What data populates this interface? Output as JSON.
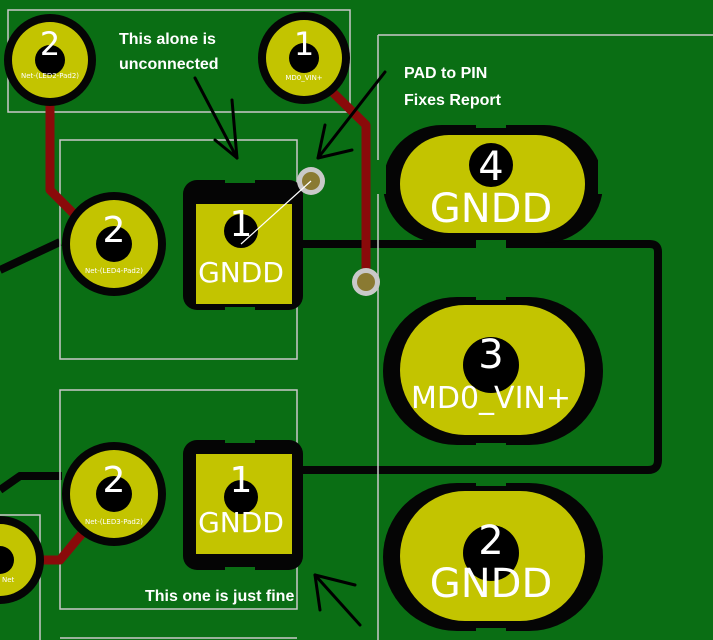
{
  "colors": {
    "board": "#0a6e14",
    "copper_pad": "#c3c400",
    "trace": "#8a0a0a",
    "outline": "#c9c9c9",
    "clearance": "#050505",
    "drill": "#000000",
    "via_ring": "#9a8a3a"
  },
  "annotations": {
    "unconnected": [
      "This alone is",
      "unconnected"
    ],
    "pad_to_pin": [
      "PAD to PIN",
      "Fixes Report"
    ],
    "just_fine": "This one is just fine"
  },
  "connector": {
    "pad4": {
      "number": "4",
      "net": "GNDD"
    },
    "pad3": {
      "number": "3",
      "net": "MD0_VIN+"
    },
    "pad2": {
      "number": "2",
      "net": "GNDD"
    }
  },
  "top_left": {
    "pad2": {
      "number": "2",
      "net": "Net-(LED2-Pad2)"
    },
    "pad1": {
      "number": "1",
      "net": "MD0_VIN+"
    }
  },
  "led4": {
    "pad2": {
      "number": "2",
      "net": "Net-(LED4-Pad2)"
    },
    "pad1": {
      "number": "1",
      "net": "GNDD"
    }
  },
  "led3": {
    "pad2": {
      "number": "2",
      "net": "Net-(LED3-Pad2)"
    },
    "pad1": {
      "number": "1",
      "net": "GNDD"
    }
  },
  "partial_left_net": "Net"
}
